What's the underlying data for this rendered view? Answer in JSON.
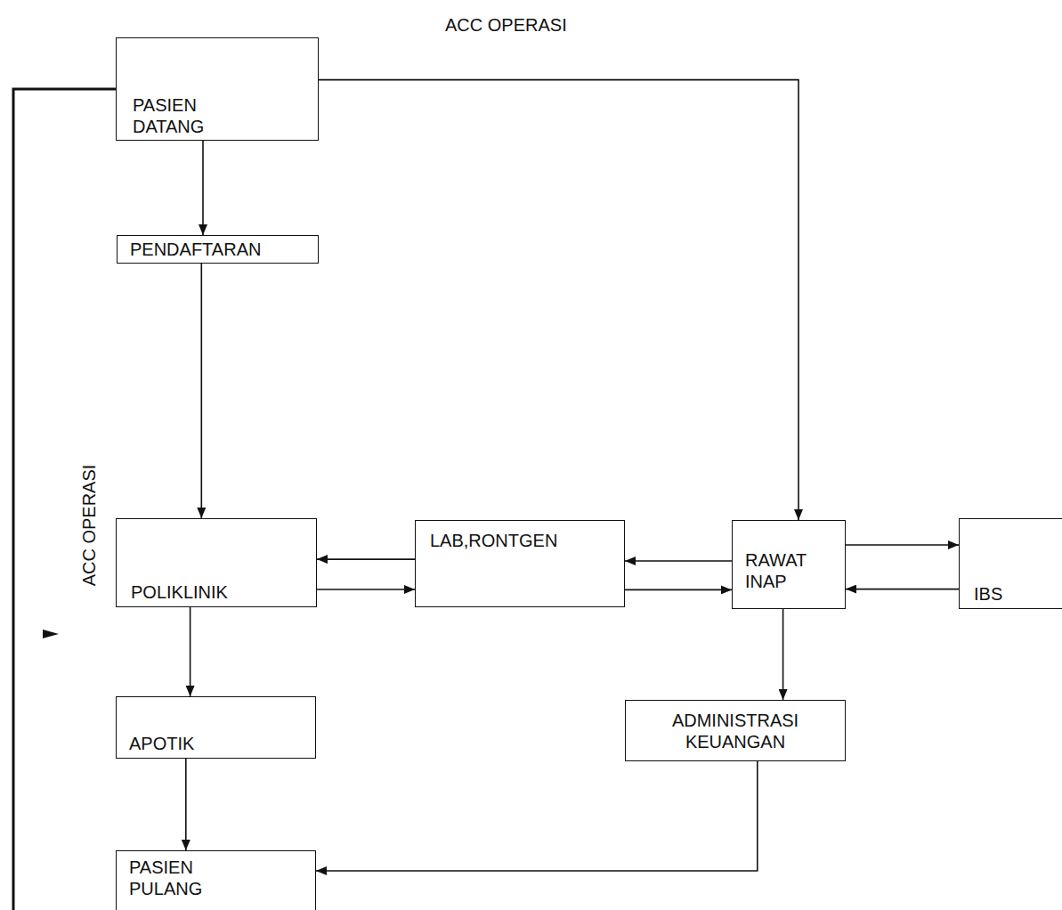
{
  "diagram": {
    "nodes": [
      {
        "text": [
          "PASIEN DATANG"
        ]
      },
      {
        "text": [
          "PENDAFTARAN"
        ]
      },
      {
        "text": [
          "POLIKLINIK"
        ]
      },
      {
        "text": [
          "LAB,RONTGEN"
        ]
      },
      {
        "text": [
          "RAWAT INAP"
        ]
      },
      {
        "text": [
          "IBS"
        ]
      },
      {
        "text": [
          "APOTIK"
        ]
      },
      {
        "text": [
          "ADMINISTRASI KEUANGAN"
        ]
      },
      {
        "text": [
          "PASIEN PULANG"
        ]
      }
    ],
    "edges": [
      {
        "from": 0,
        "to": 1,
        "arrow": "to"
      },
      {
        "from": 1,
        "to": 2,
        "arrow": "to"
      },
      {
        "from": 0,
        "to": 4,
        "label": "ACC OPERASI",
        "arrow": "to"
      },
      {
        "from": 0,
        "to": 8,
        "label": "ACC OPERASI",
        "arrow": "to"
      },
      {
        "from": 3,
        "to": 2,
        "arrow": "to"
      },
      {
        "from": 2,
        "to": 3,
        "arrow": "to"
      },
      {
        "from": 4,
        "to": 3,
        "arrow": "to"
      },
      {
        "from": 3,
        "to": 4,
        "arrow": "to"
      },
      {
        "from": 4,
        "to": 5,
        "arrow": "to"
      },
      {
        "from": 5,
        "to": 4,
        "arrow": "to"
      },
      {
        "from": 2,
        "to": 6,
        "arrow": "to"
      },
      {
        "from": 6,
        "to": 8,
        "arrow": "to"
      },
      {
        "from": 4,
        "to": 7,
        "arrow": "to"
      },
      {
        "from": 7,
        "to": 8,
        "arrow": "to"
      }
    ]
  }
}
